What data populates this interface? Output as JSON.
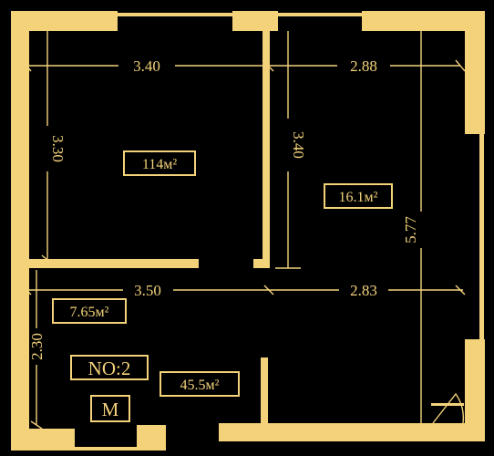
{
  "dimensions": {
    "top_left": "3.40",
    "top_right": "2.88",
    "left_upper": "3.30",
    "mid_vertical": "3.40",
    "right_vertical": "5.77",
    "middle_left": "3.50",
    "middle_right": "2.83",
    "left_lower": "2.30"
  },
  "rooms": {
    "room_a": "114м²",
    "room_b": "16.1м²",
    "room_c": "7.65м²",
    "room_d": "45.5м²"
  },
  "unit_number": "NO:2",
  "unit_type": "M",
  "colors": {
    "accent": "#f3d27a",
    "background": "#000000"
  }
}
